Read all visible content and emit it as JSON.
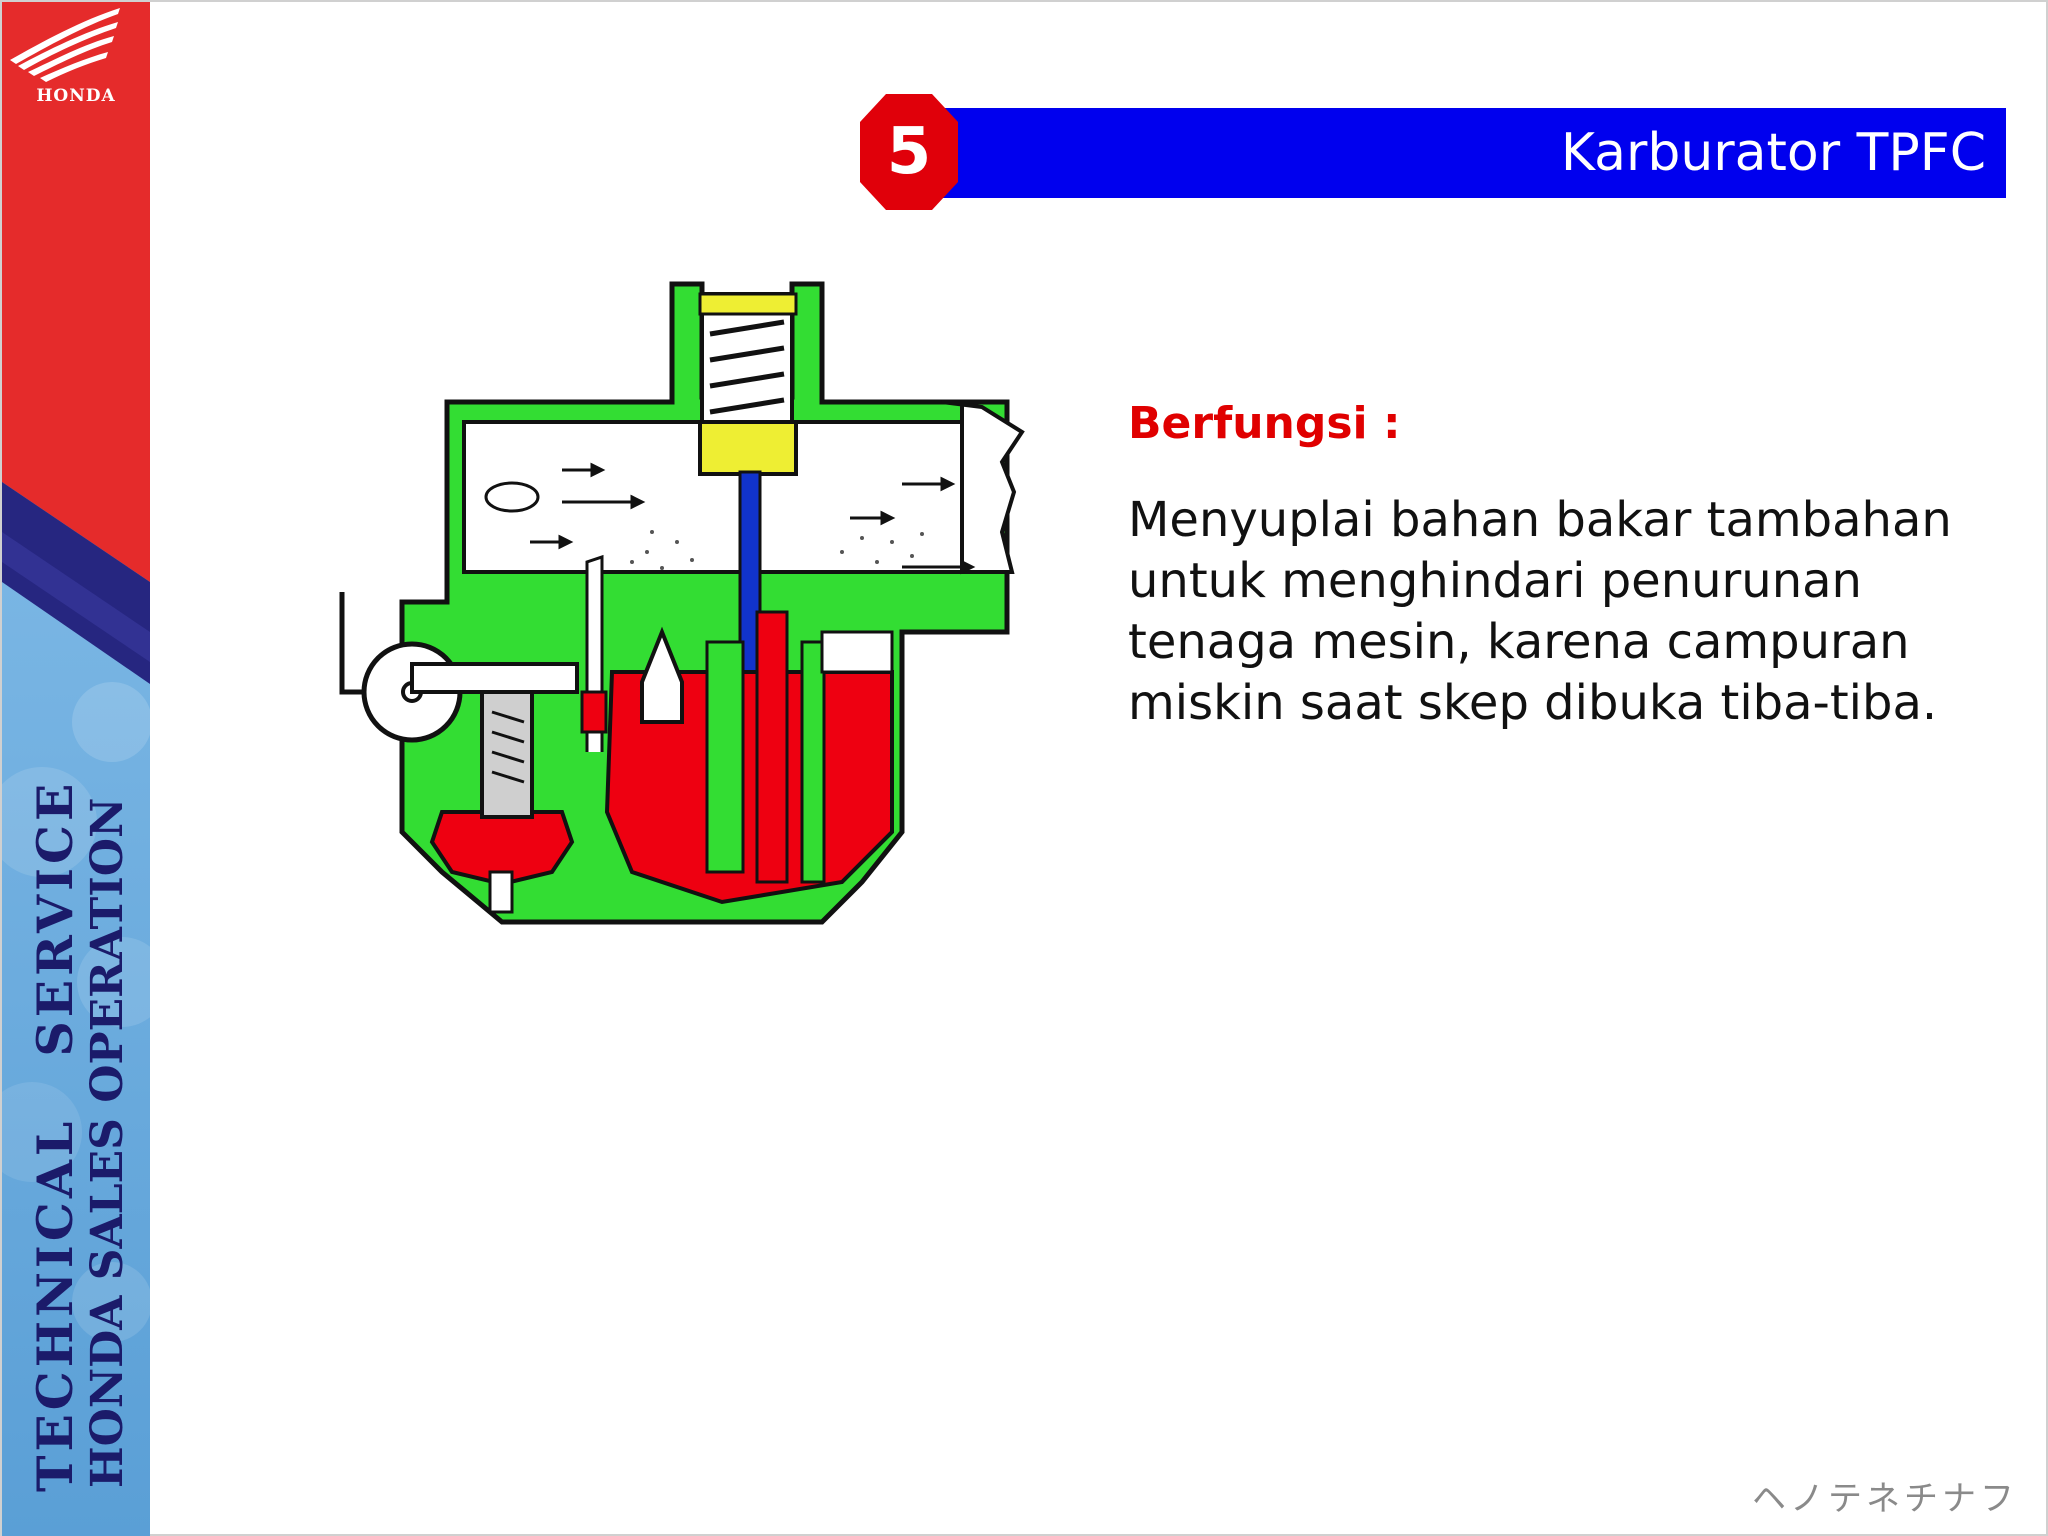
{
  "brand": {
    "logo_word": "HONDA",
    "vertical_line_1": "TECHNICAL   SERVICE",
    "vertical_line_2": "HONDA SALES OPERATION"
  },
  "header": {
    "number": "5",
    "title": "Karburator TPFC"
  },
  "content": {
    "heading": "Berfungsi :",
    "body": "Menyuplai bahan bakar tambahan untuk menghindari penurunan tenaga mesin, karena campuran miskin saat skep dibuka tiba-tiba."
  },
  "footer": {
    "mark": "ヘノテネチナフ"
  },
  "colors": {
    "title_bar": "#0000ee",
    "badge": "#e0000a",
    "heading": "#e00000",
    "strip_red": "#e52b2b",
    "strip_blue": "#6aaee0",
    "diagram_green": "#33dd33",
    "diagram_fuel": "#ee0011",
    "diagram_yellow": "#eeee33",
    "diagram_needle": "#1133cc"
  }
}
